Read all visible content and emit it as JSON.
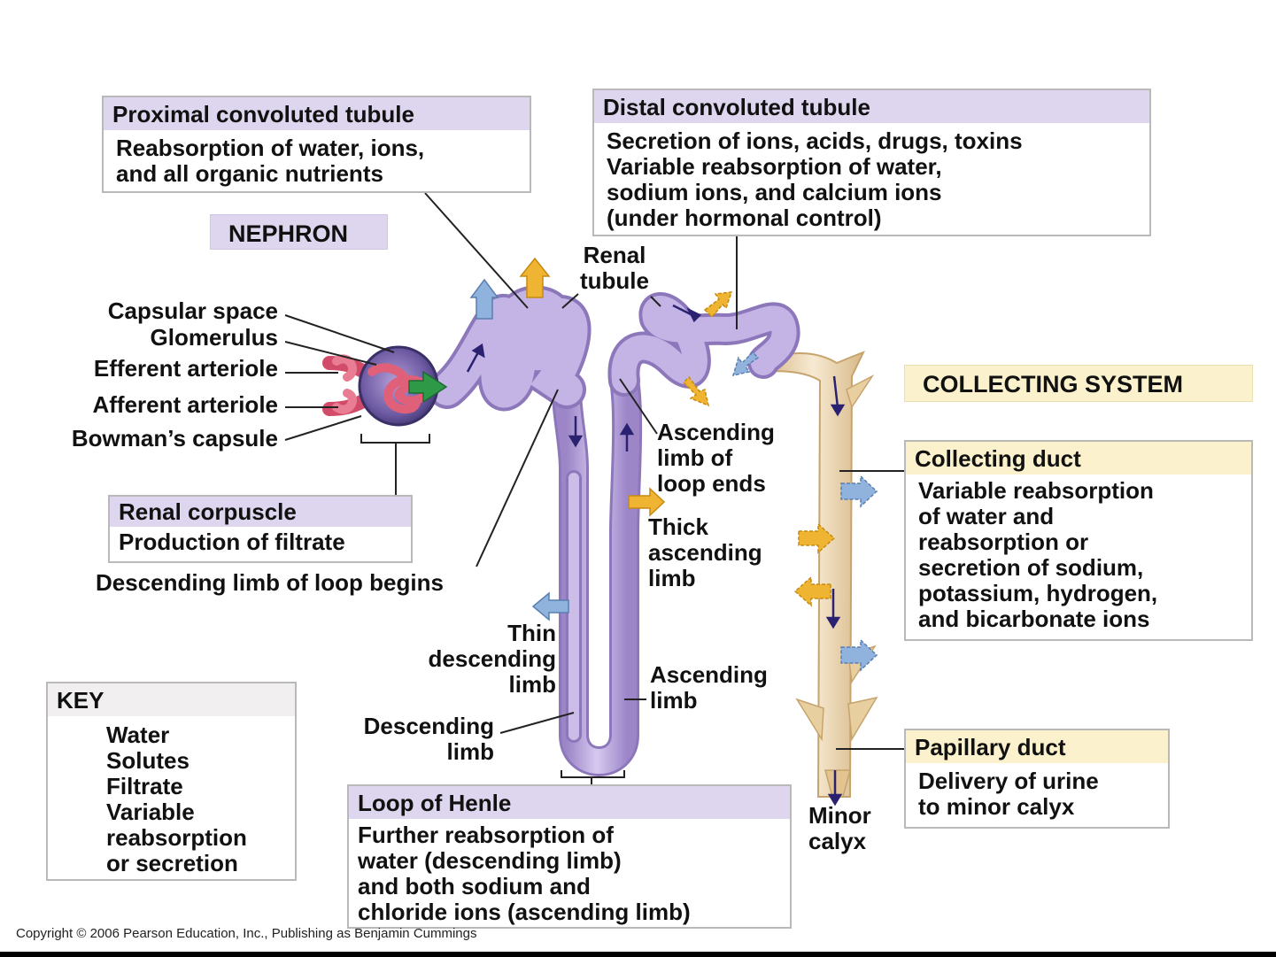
{
  "title_tag": "NEPHRON",
  "collecting_tag": "COLLECTING SYSTEM",
  "boxes": {
    "pct": {
      "title": "Proximal convoluted tubule",
      "lines": [
        "Reabsorption of water, ions,",
        "and all organic nutrients"
      ]
    },
    "dct": {
      "title": "Distal convoluted tubule",
      "lines": [
        "Secretion of ions, acids, drugs, toxins",
        "Variable reabsorption of water,",
        "sodium ions, and calcium ions",
        "(under hormonal control)"
      ]
    },
    "renal_corpuscle": {
      "title": "Renal corpuscle",
      "lines": [
        "Production of filtrate"
      ]
    },
    "collecting_duct": {
      "title": "Collecting duct",
      "lines": [
        "Variable reabsorption",
        "of water and",
        "reabsorption or",
        "secretion of sodium,",
        "potassium, hydrogen,",
        "and bicarbonate ions"
      ]
    },
    "papillary_duct": {
      "title": "Papillary duct",
      "lines": [
        "Delivery of urine",
        "to minor calyx"
      ]
    },
    "loop_of_henle": {
      "title": "Loop of Henle",
      "lines": [
        "Further reabsorption of",
        "water (descending limb)",
        "and both sodium and",
        "chloride ions (ascending limb)"
      ]
    }
  },
  "labels": {
    "capsular_space": "Capsular space",
    "glomerulus": "Glomerulus",
    "efferent_arteriole": "Efferent arteriole",
    "afferent_arteriole": "Afferent arteriole",
    "bowmans_capsule": "Bowman’s capsule",
    "renal_tubule": [
      "Renal",
      "tubule"
    ],
    "descending_limb_begins": "Descending limb of loop begins",
    "ascending_limb_ends": [
      "Ascending",
      "limb of",
      "loop ends"
    ],
    "thick_ascending_limb": [
      "Thick",
      "ascending",
      "limb"
    ],
    "thin_descending_limb": [
      "Thin",
      "descending",
      "limb"
    ],
    "ascending_limb": [
      "Ascending",
      "limb"
    ],
    "descending_limb": [
      "Descending",
      "limb"
    ],
    "minor_calyx": [
      "Minor",
      "calyx"
    ]
  },
  "key": {
    "title": "KEY",
    "items": [
      {
        "label": "Water",
        "icon": "water-arrow-icon"
      },
      {
        "label": "Solutes",
        "icon": "solutes-arrow-icon"
      },
      {
        "label": "Filtrate",
        "icon": "filtrate-arrow-icon"
      },
      {
        "label": "Variable",
        "icon": "variable-arrow-icon"
      }
    ],
    "variable_extra": [
      "reabsorption",
      "or secretion"
    ]
  },
  "colors": {
    "water": "#8fb3dd",
    "solutes": "#f0b433",
    "filtrate": "#2e9a48",
    "tubule": "#b9a6dc",
    "duct": "#ecd5ac",
    "vessel": "#e0607a",
    "nephron_header": "#ddd6ee",
    "collecting_header": "#fbf1cc"
  },
  "copyright": "Copyright © 2006 Pearson Education, Inc., Publishing as Benjamin Cummings"
}
